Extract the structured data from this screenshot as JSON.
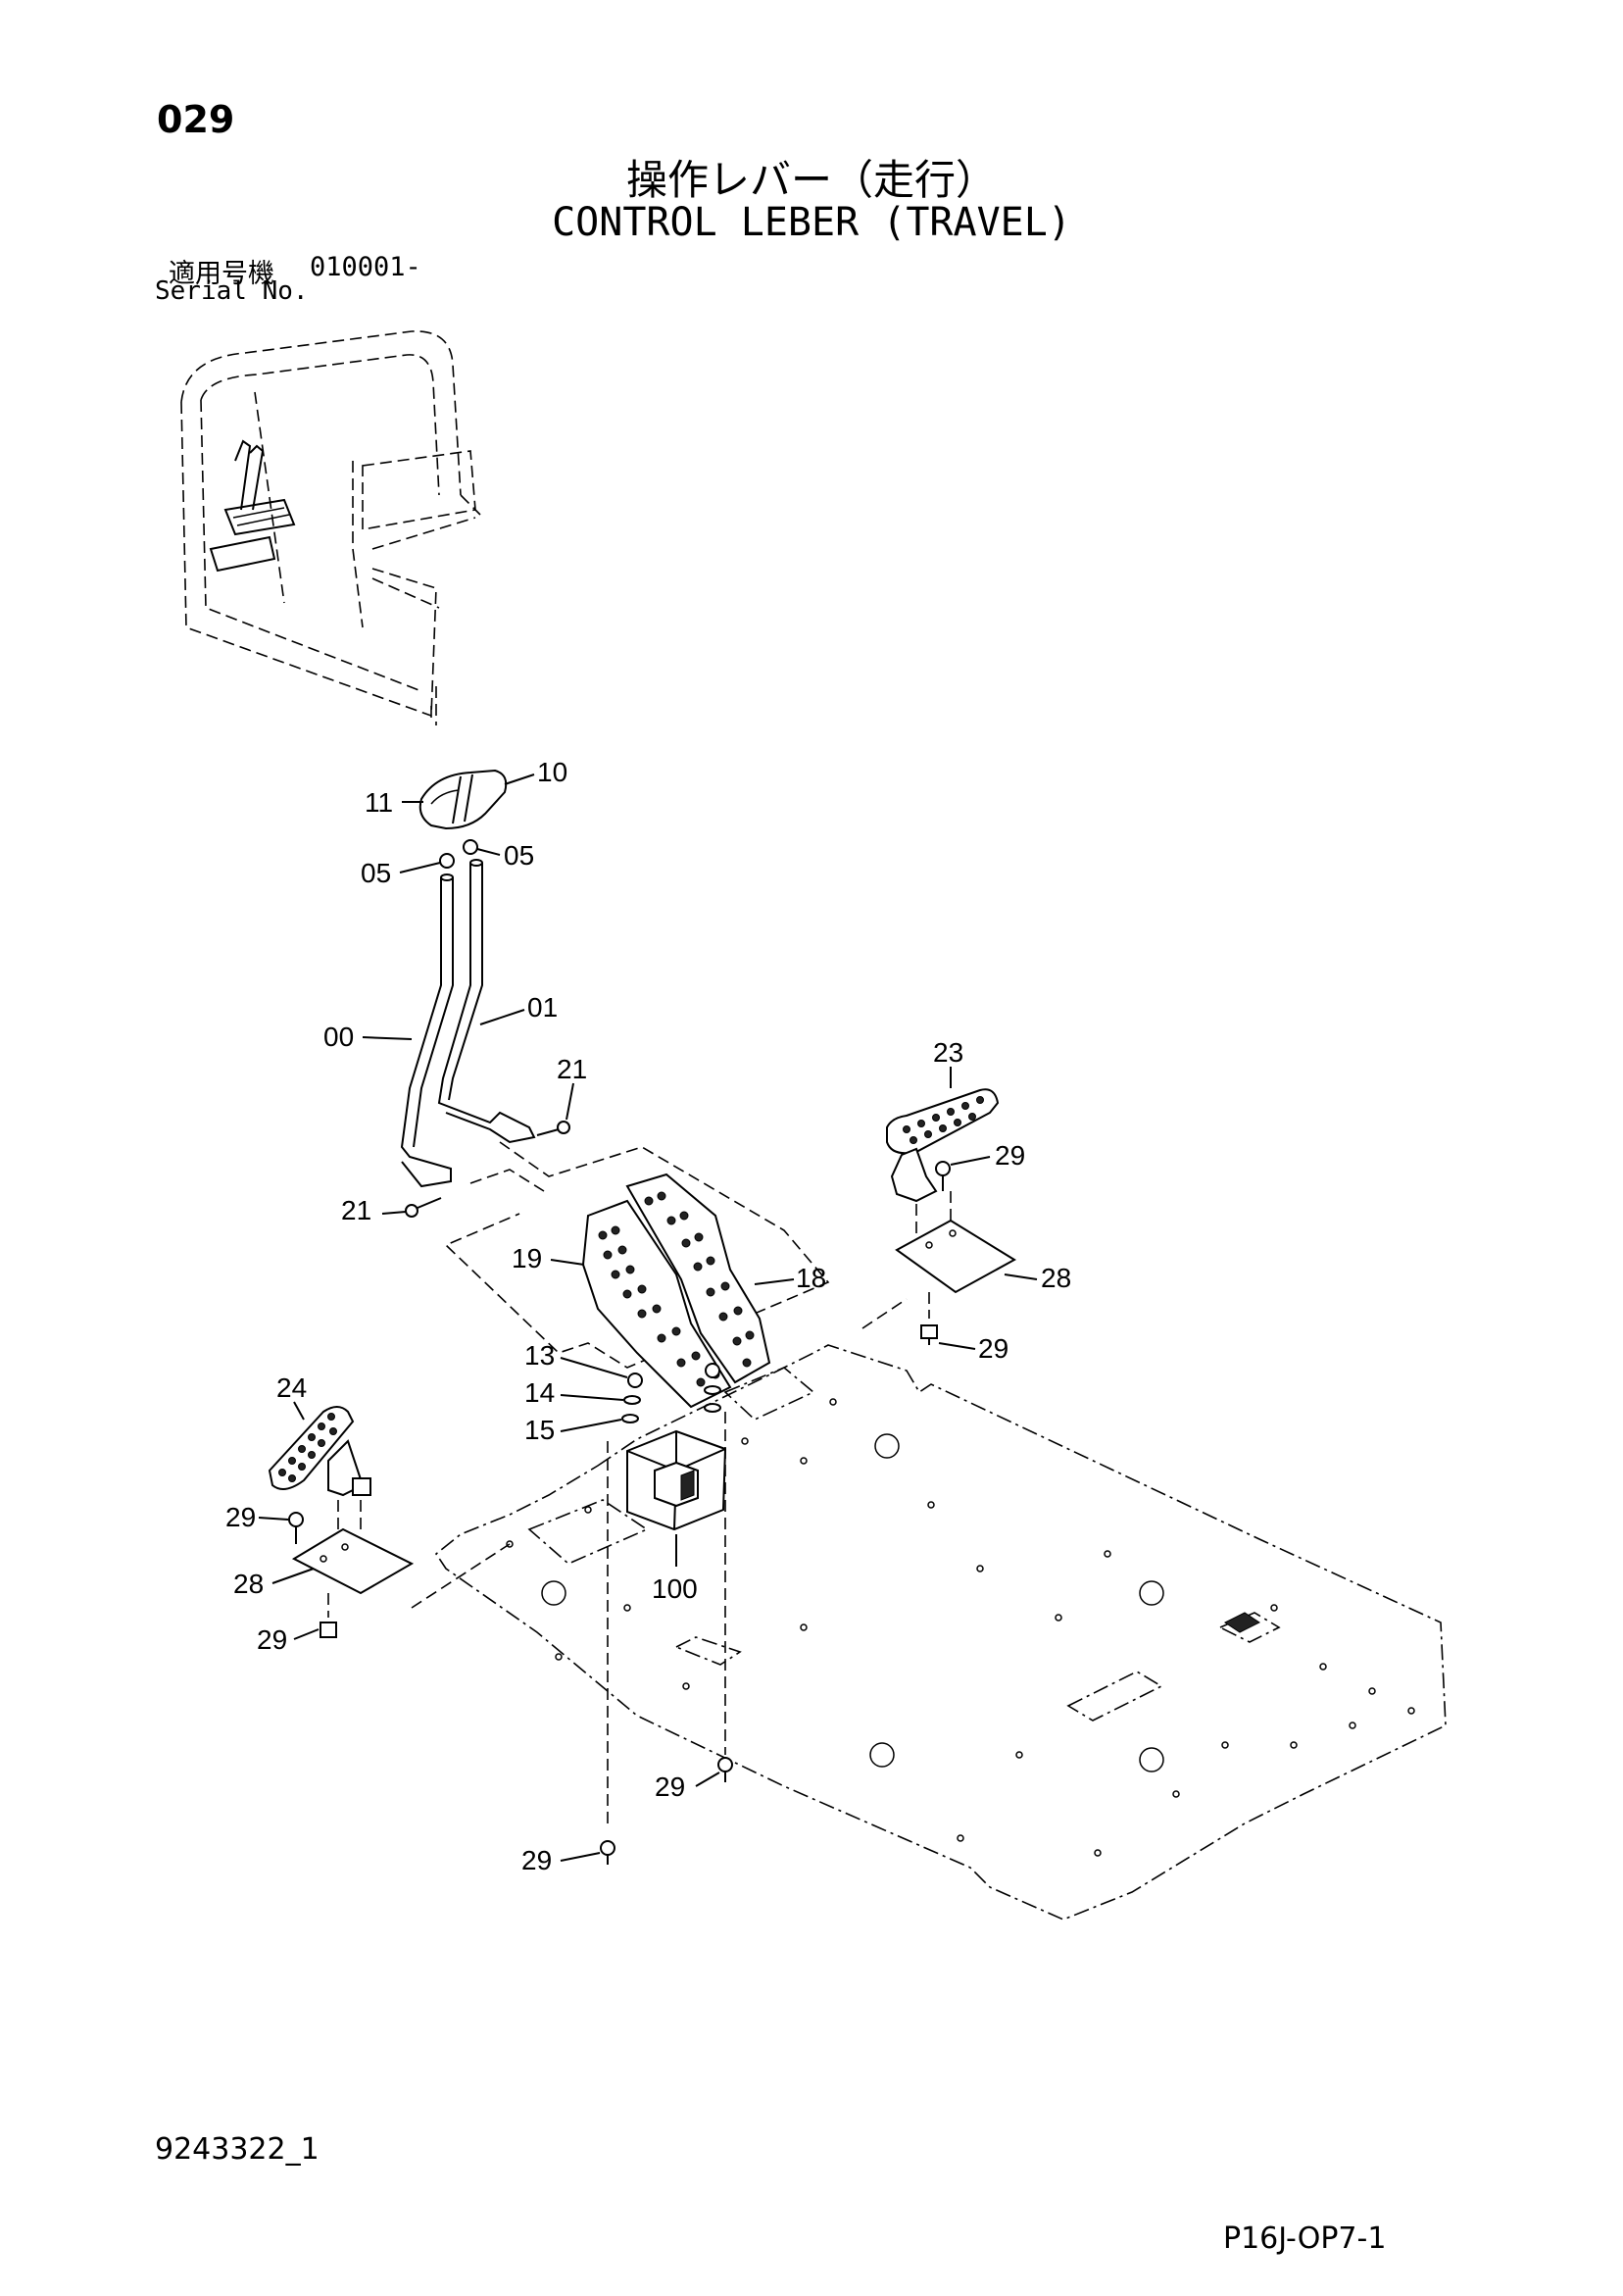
{
  "page": {
    "number": "029",
    "title_jp": "操作レバー（走行）",
    "title_en": "CONTROL LEBER (TRAVEL)",
    "serial_jp": "適用号機",
    "serial_code": "010001-",
    "serial_en": "Serial No.",
    "doc_number": "9243322_1",
    "sheet_code": "P16J-OP7-1"
  },
  "callouts": [
    "10",
    "11",
    "05",
    "05",
    "00",
    "01",
    "21",
    "21",
    "23",
    "29",
    "19",
    "18",
    "28",
    "29",
    "13",
    "14",
    "15",
    "24",
    "29",
    "100",
    "28",
    "29",
    "29",
    "29"
  ]
}
